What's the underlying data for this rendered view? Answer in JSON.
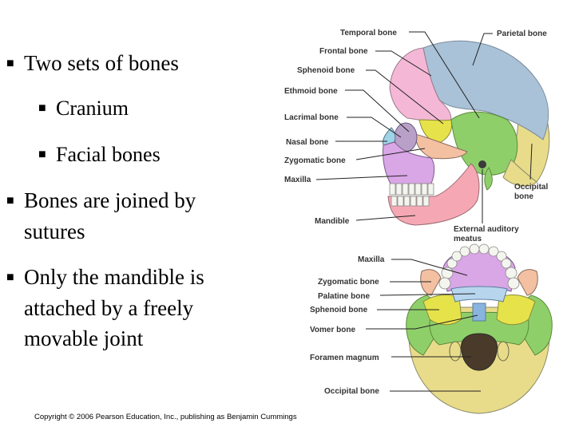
{
  "bullets": [
    {
      "text": "Two sets of bones"
    },
    {
      "text": "Cranium"
    },
    {
      "text": "Facial bones"
    },
    {
      "line1": "Bones are joined by",
      "line2": "sutures"
    },
    {
      "line1": "Only the mandible is",
      "line2": "attached by a freely",
      "line3": "movable joint"
    }
  ],
  "copyright": "Copyright © 2006 Pearson Education, Inc., publishing as Benjamin Cummings",
  "lateral_labels": {
    "temporal": "Temporal bone",
    "parietal": "Parietal bone",
    "frontal": "Frontal bone",
    "sphenoid": "Sphenoid bone",
    "ethmoid": "Ethmoid bone",
    "lacrimal": "Lacrimal bone",
    "nasal": "Nasal bone",
    "zygomatic": "Zygomatic bone",
    "maxilla": "Maxilla",
    "mandible": "Mandible",
    "occipital_1": "Occipital",
    "occipital_2": "bone",
    "ear_1": "External auditory",
    "ear_2": "meatus"
  },
  "inferior_labels": {
    "maxilla": "Maxilla",
    "zygomatic": "Zygomatic bone",
    "palatine": "Palatine bone",
    "sphenoid": "Sphenoid bone",
    "vomer": "Vomer bone",
    "foramen": "Foramen magnum",
    "occipital": "Occipital bone"
  },
  "colors": {
    "parietal": "#a9c2d8",
    "frontal": "#f4b8d6",
    "temporal": "#8fcf6a",
    "sphenoid": "#e6e24a",
    "occipital": "#e8dc8a",
    "zygomatic": "#f3c0a2",
    "maxilla": "#d9a6e6",
    "mandible": "#f5a8b4",
    "palatine": "#b7d6ee",
    "teeth": "#f5f5ef"
  }
}
